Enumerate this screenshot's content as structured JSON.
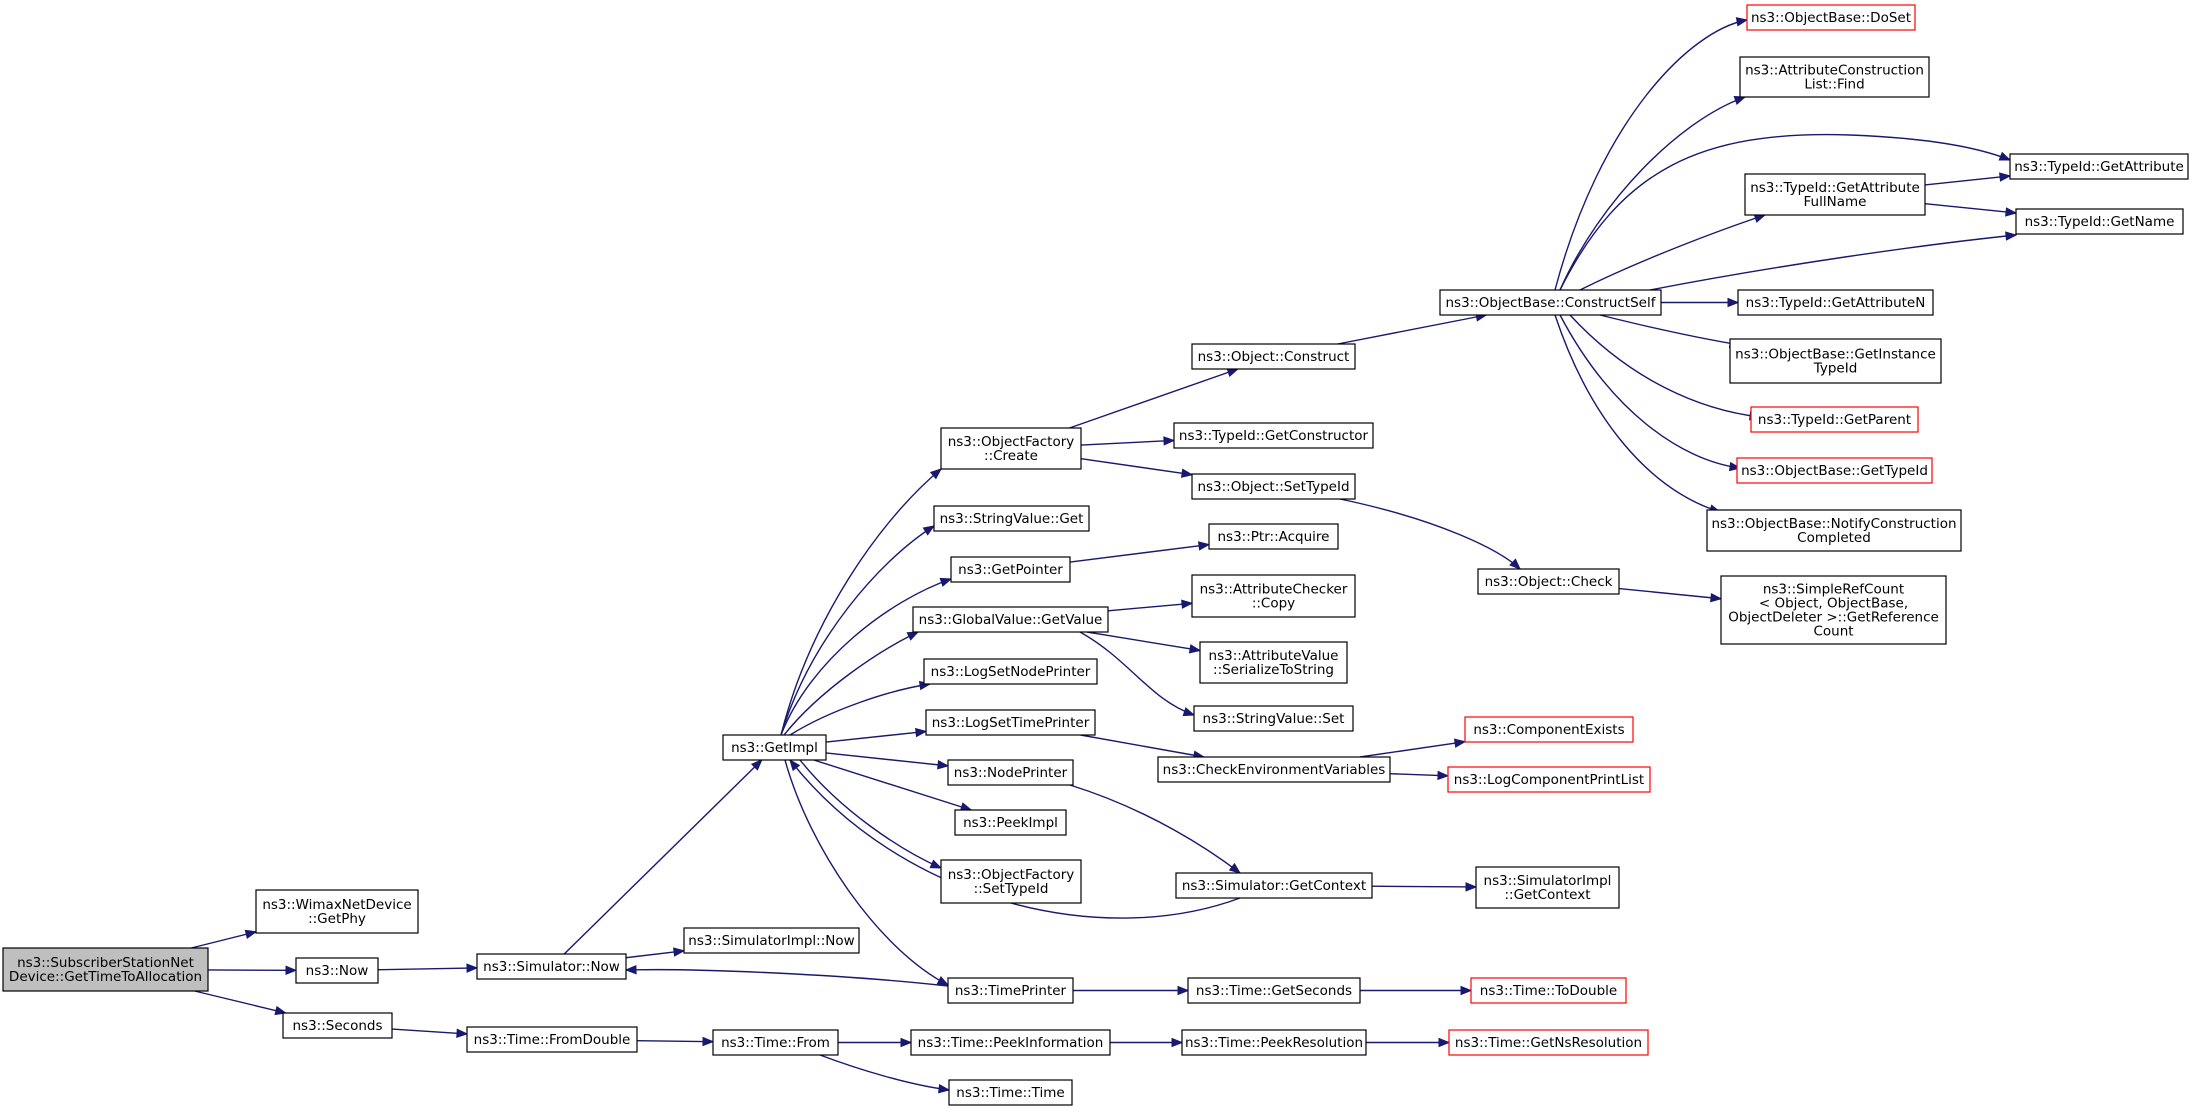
{
  "colors": {
    "edge": "#191970",
    "node_border": "#000000",
    "node_border_truncated": "#ff0000",
    "root_fill": "#bfbfbf",
    "node_fill": "#ffffff"
  },
  "nodes": [
    {
      "id": "root",
      "lines": [
        "ns3::SubscriberStationNet",
        "Device::GetTimeToAllocation"
      ],
      "style": "root"
    },
    {
      "id": "wimax_getphy",
      "lines": [
        "ns3::WimaxNetDevice",
        "::GetPhy"
      ],
      "style": "normal"
    },
    {
      "id": "now",
      "lines": [
        "ns3::Now"
      ],
      "style": "normal"
    },
    {
      "id": "seconds",
      "lines": [
        "ns3::Seconds"
      ],
      "style": "normal"
    },
    {
      "id": "sim_now",
      "lines": [
        "ns3::Simulator::Now"
      ],
      "style": "normal"
    },
    {
      "id": "simimpl_now",
      "lines": [
        "ns3::SimulatorImpl::Now"
      ],
      "style": "normal"
    },
    {
      "id": "time_fromdouble",
      "lines": [
        "ns3::Time::FromDouble"
      ],
      "style": "normal"
    },
    {
      "id": "getimpl",
      "lines": [
        "ns3::GetImpl"
      ],
      "style": "normal"
    },
    {
      "id": "time_from",
      "lines": [
        "ns3::Time::From"
      ],
      "style": "normal"
    },
    {
      "id": "objfactory_create",
      "lines": [
        "ns3::ObjectFactory",
        "::Create"
      ],
      "style": "normal"
    },
    {
      "id": "stringvalue_get",
      "lines": [
        "ns3::StringValue::Get"
      ],
      "style": "normal"
    },
    {
      "id": "getpointer",
      "lines": [
        "ns3::GetPointer"
      ],
      "style": "normal"
    },
    {
      "id": "globalvalue_getvalue",
      "lines": [
        "ns3::GlobalValue::GetValue"
      ],
      "style": "normal"
    },
    {
      "id": "logsetnodeprinter",
      "lines": [
        "ns3::LogSetNodePrinter"
      ],
      "style": "normal"
    },
    {
      "id": "logsettimeprinter",
      "lines": [
        "ns3::LogSetTimePrinter"
      ],
      "style": "normal"
    },
    {
      "id": "nodeprinter",
      "lines": [
        "ns3::NodePrinter"
      ],
      "style": "normal"
    },
    {
      "id": "peekimpl",
      "lines": [
        "ns3::PeekImpl"
      ],
      "style": "normal"
    },
    {
      "id": "objfactory_settypeid",
      "lines": [
        "ns3::ObjectFactory",
        "::SetTypeId"
      ],
      "style": "normal"
    },
    {
      "id": "timeprinter",
      "lines": [
        "ns3::TimePrinter"
      ],
      "style": "normal"
    },
    {
      "id": "time_peekinformation",
      "lines": [
        "ns3::Time::PeekInformation"
      ],
      "style": "normal"
    },
    {
      "id": "time_time",
      "lines": [
        "ns3::Time::Time"
      ],
      "style": "normal"
    },
    {
      "id": "object_construct",
      "lines": [
        "ns3::Object::Construct"
      ],
      "style": "normal"
    },
    {
      "id": "typeid_getconstructor",
      "lines": [
        "ns3::TypeId::GetConstructor"
      ],
      "style": "normal"
    },
    {
      "id": "object_settypeid",
      "lines": [
        "ns3::Object::SetTypeId"
      ],
      "style": "normal"
    },
    {
      "id": "ptr_acquire",
      "lines": [
        "ns3::Ptr::Acquire"
      ],
      "style": "normal"
    },
    {
      "id": "attrchecker_copy",
      "lines": [
        "ns3::AttributeChecker",
        "::Copy"
      ],
      "style": "normal"
    },
    {
      "id": "attrvalue_serialize",
      "lines": [
        "ns3::AttributeValue",
        "::SerializeToString"
      ],
      "style": "normal"
    },
    {
      "id": "stringvalue_set",
      "lines": [
        "ns3::StringValue::Set"
      ],
      "style": "normal"
    },
    {
      "id": "checkenvvars",
      "lines": [
        "ns3::CheckEnvironmentVariables"
      ],
      "style": "normal"
    },
    {
      "id": "sim_getcontext",
      "lines": [
        "ns3::Simulator::GetContext"
      ],
      "style": "normal"
    },
    {
      "id": "time_getseconds",
      "lines": [
        "ns3::Time::GetSeconds"
      ],
      "style": "normal"
    },
    {
      "id": "time_peekresolution",
      "lines": [
        "ns3::Time::PeekResolution"
      ],
      "style": "normal"
    },
    {
      "id": "objbase_constructself",
      "lines": [
        "ns3::ObjectBase::ConstructSelf"
      ],
      "style": "normal"
    },
    {
      "id": "object_check",
      "lines": [
        "ns3::Object::Check"
      ],
      "style": "normal"
    },
    {
      "id": "componentexists",
      "lines": [
        "ns3::ComponentExists"
      ],
      "style": "truncated"
    },
    {
      "id": "logcomponentprintlist",
      "lines": [
        "ns3::LogComponentPrintList"
      ],
      "style": "truncated"
    },
    {
      "id": "simimpl_getcontext",
      "lines": [
        "ns3::SimulatorImpl",
        "::GetContext"
      ],
      "style": "normal"
    },
    {
      "id": "time_todouble",
      "lines": [
        "ns3::Time::ToDouble"
      ],
      "style": "truncated"
    },
    {
      "id": "time_getnsresolution",
      "lines": [
        "ns3::Time::GetNsResolution"
      ],
      "style": "truncated"
    },
    {
      "id": "objbase_doset",
      "lines": [
        "ns3::ObjectBase::DoSet"
      ],
      "style": "truncated"
    },
    {
      "id": "attrconslist_find",
      "lines": [
        "ns3::AttributeConstruction",
        "List::Find"
      ],
      "style": "normal"
    },
    {
      "id": "typeid_getattribute",
      "lines": [
        "ns3::TypeId::GetAttribute"
      ],
      "style": "normal"
    },
    {
      "id": "typeid_getattrfullname",
      "lines": [
        "ns3::TypeId::GetAttribute",
        "FullName"
      ],
      "style": "normal"
    },
    {
      "id": "typeid_getname",
      "lines": [
        "ns3::TypeId::GetName"
      ],
      "style": "normal"
    },
    {
      "id": "typeid_getattributen",
      "lines": [
        "ns3::TypeId::GetAttributeN"
      ],
      "style": "normal"
    },
    {
      "id": "objbase_getinstancetypeid",
      "lines": [
        "ns3::ObjectBase::GetInstance",
        "TypeId"
      ],
      "style": "normal"
    },
    {
      "id": "typeid_getparent",
      "lines": [
        "ns3::TypeId::GetParent"
      ],
      "style": "truncated"
    },
    {
      "id": "objbase_gettypeid",
      "lines": [
        "ns3::ObjectBase::GetTypeId"
      ],
      "style": "truncated"
    },
    {
      "id": "objbase_notifyconstruction",
      "lines": [
        "ns3::ObjectBase::NotifyConstruction",
        "Completed"
      ],
      "style": "normal"
    },
    {
      "id": "simplerefcount_getrefcount",
      "lines": [
        "ns3::SimpleRefCount",
        "< Object, ObjectBase,",
        " ObjectDeleter >::GetReference",
        "Count"
      ],
      "style": "normal"
    }
  ],
  "edges": [
    [
      "root",
      "wimax_getphy"
    ],
    [
      "root",
      "now"
    ],
    [
      "root",
      "seconds"
    ],
    [
      "now",
      "sim_now"
    ],
    [
      "seconds",
      "time_fromdouble"
    ],
    [
      "sim_now",
      "getimpl"
    ],
    [
      "sim_now",
      "simimpl_now"
    ],
    [
      "time_fromdouble",
      "time_from"
    ],
    [
      "time_from",
      "time_peekinformation"
    ],
    [
      "time_from",
      "time_time"
    ],
    [
      "time_peekinformation",
      "time_peekresolution"
    ],
    [
      "time_peekresolution",
      "time_getnsresolution"
    ],
    [
      "getimpl",
      "objfactory_create"
    ],
    [
      "getimpl",
      "stringvalue_get"
    ],
    [
      "getimpl",
      "getpointer"
    ],
    [
      "getimpl",
      "globalvalue_getvalue"
    ],
    [
      "getimpl",
      "logsetnodeprinter"
    ],
    [
      "getimpl",
      "logsettimeprinter"
    ],
    [
      "getimpl",
      "nodeprinter"
    ],
    [
      "getimpl",
      "peekimpl"
    ],
    [
      "getimpl",
      "objfactory_settypeid"
    ],
    [
      "getimpl",
      "timeprinter"
    ],
    [
      "timeprinter",
      "sim_now"
    ],
    [
      "timeprinter",
      "time_getseconds"
    ],
    [
      "time_getseconds",
      "time_todouble"
    ],
    [
      "sim_getcontext",
      "getimpl"
    ],
    [
      "sim_getcontext",
      "simimpl_getcontext"
    ],
    [
      "nodeprinter",
      "sim_getcontext"
    ],
    [
      "logsettimeprinter",
      "checkenvvars"
    ],
    [
      "checkenvvars",
      "componentexists"
    ],
    [
      "checkenvvars",
      "logcomponentprintlist"
    ],
    [
      "getpointer",
      "ptr_acquire"
    ],
    [
      "globalvalue_getvalue",
      "attrchecker_copy"
    ],
    [
      "globalvalue_getvalue",
      "attrvalue_serialize"
    ],
    [
      "globalvalue_getvalue",
      "stringvalue_set"
    ],
    [
      "objfactory_create",
      "object_construct"
    ],
    [
      "objfactory_create",
      "typeid_getconstructor"
    ],
    [
      "objfactory_create",
      "object_settypeid"
    ],
    [
      "object_settypeid",
      "object_check"
    ],
    [
      "object_check",
      "simplerefcount_getrefcount"
    ],
    [
      "object_construct",
      "objbase_constructself"
    ],
    [
      "objbase_constructself",
      "objbase_doset"
    ],
    [
      "objbase_constructself",
      "attrconslist_find"
    ],
    [
      "objbase_constructself",
      "typeid_getattribute"
    ],
    [
      "objbase_constructself",
      "typeid_getattrfullname"
    ],
    [
      "objbase_constructself",
      "typeid_getname"
    ],
    [
      "objbase_constructself",
      "typeid_getattributen"
    ],
    [
      "objbase_constructself",
      "objbase_getinstancetypeid"
    ],
    [
      "objbase_constructself",
      "typeid_getparent"
    ],
    [
      "objbase_constructself",
      "objbase_gettypeid"
    ],
    [
      "objbase_constructself",
      "objbase_notifyconstruction"
    ],
    [
      "typeid_getattrfullname",
      "typeid_getattribute"
    ],
    [
      "typeid_getattrfullname",
      "typeid_getname"
    ]
  ]
}
